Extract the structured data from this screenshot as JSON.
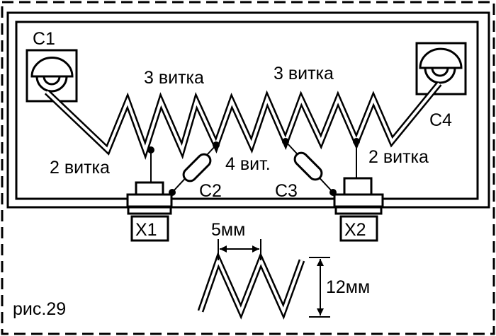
{
  "labels": {
    "c1": "C1",
    "c2": "C2",
    "c3": "C3",
    "c4": "C4",
    "turns_left_top": "3 витка",
    "turns_right_top": "3 витка",
    "turns_left": "2 витка",
    "turns_right": "2 витка",
    "turns_middle": "4 вит.",
    "x1": "X1",
    "x2": "X2",
    "pitch": "5мм",
    "diameter": "12мм",
    "figure": "рис.29"
  },
  "colors": {
    "ink": "#000000",
    "paper": "#ffffff"
  }
}
